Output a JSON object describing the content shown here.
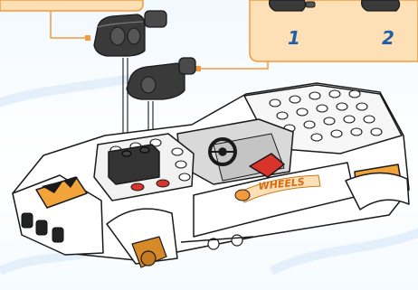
{
  "steps": {
    "step_1": "1",
    "step_2": "2"
  },
  "decal": {
    "text": "WHEELS"
  },
  "colors": {
    "callout_fill": "#fde0b6",
    "callout_border": "#f39a3c",
    "step_number": "#1f5fa8",
    "part_dark": "#3a3a3a",
    "car_white": "#ffffff",
    "accent_orange": "#f2a33a",
    "accent_red": "#d8342c",
    "outline": "#1a1a1a"
  }
}
